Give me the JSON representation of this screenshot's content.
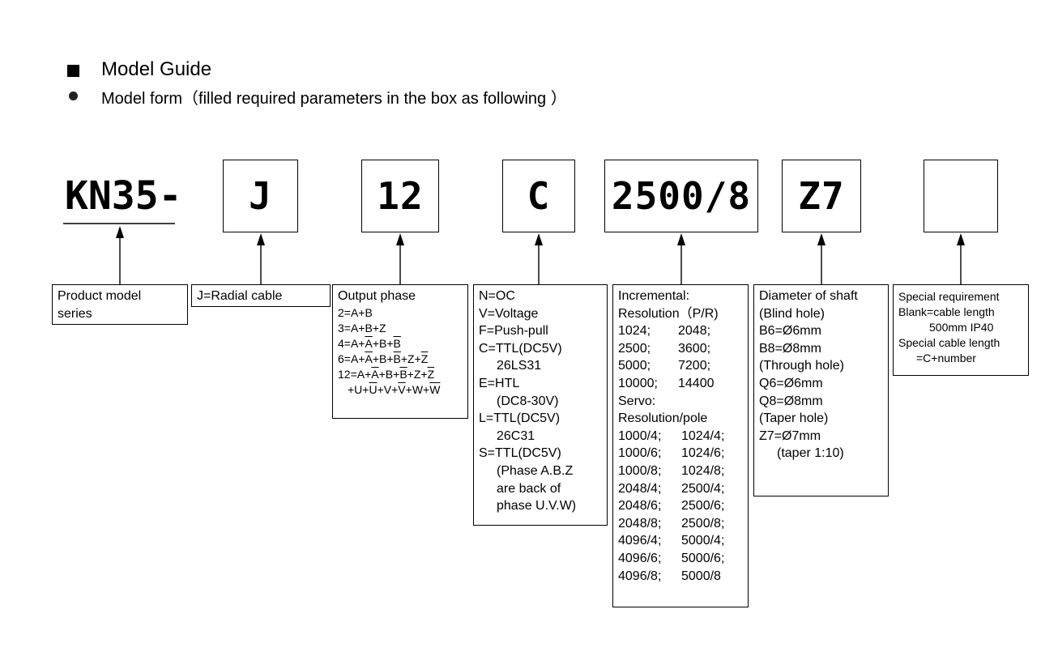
{
  "header": {
    "title": "Model Guide",
    "subtitle": "Model form（filled required parameters in the box as following ）"
  },
  "code": {
    "prefix": "KN35-",
    "fields": [
      "J",
      "12",
      "C",
      "2500/8",
      "Z7",
      ""
    ]
  },
  "descriptions": {
    "series": [
      "Product model",
      "series"
    ],
    "cable": "J=Radial cable",
    "phase": {
      "title": "Output phase",
      "l1": "2=A+B",
      "l2": "3=A+B+Z",
      "l3": [
        "4=A+",
        "A",
        "+B+",
        "B"
      ],
      "l4": [
        "6=A+",
        "A",
        "+B+",
        "B",
        "+Z+",
        "Z"
      ],
      "l5": [
        "12=A+",
        "A",
        "+B+",
        "B",
        "+Z+",
        "Z"
      ],
      "l6": [
        "+U+",
        "U",
        "+V+",
        "V",
        "+W+",
        "W"
      ]
    },
    "output": [
      "N=OC",
      "V=Voltage",
      "F=Push-pull",
      "C=TTL(DC5V)",
      "26LS31",
      "E=HTL",
      "(DC8-30V)",
      "L=TTL(DC5V)",
      "26C31",
      "S=TTL(DC5V)",
      "(Phase A.B.Z",
      "are back of",
      "phase U.V.W)"
    ],
    "resolution": {
      "inc_title": "Incremental:",
      "inc_sub": "Resolution（P/R)",
      "inc_rows": [
        [
          "1024;",
          "2048;"
        ],
        [
          "2500;",
          "3600;"
        ],
        [
          "5000;",
          "7200;"
        ],
        [
          "10000;",
          "14400"
        ]
      ],
      "servo_title": "Servo:",
      "servo_sub": "Resolution/pole",
      "servo_rows": [
        [
          "1000/4;",
          "1024/4;"
        ],
        [
          "1000/6;",
          "1024/6;"
        ],
        [
          "1000/8;",
          "1024/8;"
        ],
        [
          "2048/4;",
          "2500/4;"
        ],
        [
          "2048/6;",
          "2500/6;"
        ],
        [
          "2048/8;",
          "2500/8;"
        ],
        [
          "4096/4;",
          "5000/4;"
        ],
        [
          "4096/6;",
          "5000/6;"
        ],
        [
          "4096/8;",
          "5000/8"
        ]
      ]
    },
    "shaft": [
      "Diameter of shaft",
      "(Blind hole)",
      "B6=Ø6mm",
      "B8=Ø8mm",
      "(Through hole)",
      "Q6=Ø6mm",
      "Q8=Ø8mm",
      "(Taper hole)",
      "Z7=Ø7mm",
      "(taper 1:10)"
    ],
    "special": [
      "Special requirement",
      "Blank=cable length",
      "500mm IP40",
      "Special cable length",
      "=C+number"
    ]
  }
}
